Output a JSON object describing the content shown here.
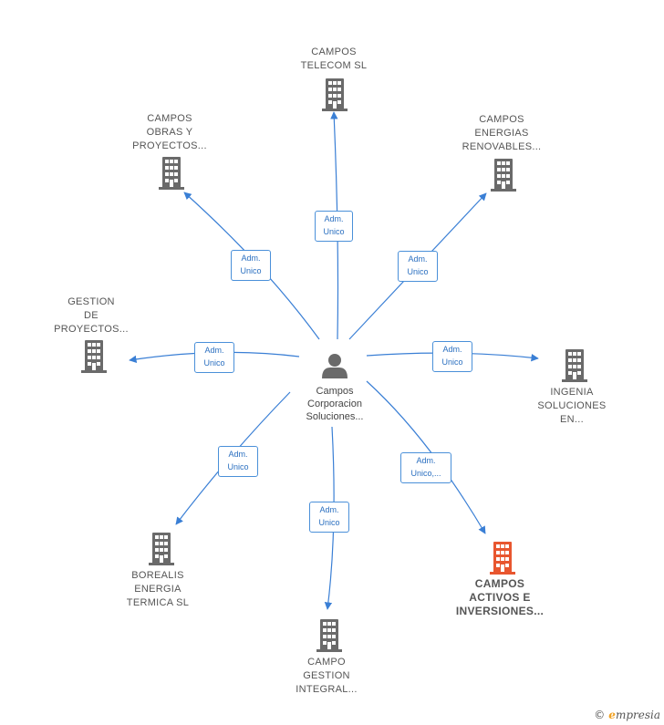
{
  "colors": {
    "edge": "#3a7fd5",
    "node_icon": "#6a6a6a",
    "highlight_icon": "#e8562f",
    "person_icon": "#6a6a6a"
  },
  "center": {
    "icon": "person-icon",
    "label_lines": [
      "Campos",
      "Corporacion",
      "Soluciones..."
    ]
  },
  "nodes": [
    {
      "id": "telecom",
      "icon": "building-icon",
      "label_lines": [
        "CAMPOS",
        "TELECOM   SL"
      ],
      "relation": [
        "Adm.",
        "Unico"
      ],
      "highlight": false
    },
    {
      "id": "renovables",
      "icon": "building-icon",
      "label_lines": [
        "CAMPOS",
        "ENERGIAS",
        "RENOVABLES..."
      ],
      "relation": [
        "Adm.",
        "Unico"
      ],
      "highlight": false
    },
    {
      "id": "ingenia",
      "icon": "building-icon",
      "label_lines": [
        "INGENIA",
        "SOLUCIONES",
        "EN..."
      ],
      "relation": [
        "Adm.",
        "Unico"
      ],
      "highlight": false
    },
    {
      "id": "activos",
      "icon": "building-icon",
      "label_lines": [
        "CAMPOS",
        "ACTIVOS E",
        "INVERSIONES..."
      ],
      "relation": [
        "Adm.",
        "Unico,..."
      ],
      "highlight": true
    },
    {
      "id": "gestion-integral",
      "icon": "building-icon",
      "label_lines": [
        "CAMPO",
        "GESTION",
        "INTEGRAL..."
      ],
      "relation": [
        "Adm.",
        "Unico"
      ],
      "highlight": false
    },
    {
      "id": "borealis",
      "icon": "building-icon",
      "label_lines": [
        "BOREALIS",
        "ENERGIA",
        "TERMICA   SL"
      ],
      "relation": [
        "Adm.",
        "Unico"
      ],
      "highlight": false
    },
    {
      "id": "gestion-proyectos",
      "icon": "building-icon",
      "label_lines": [
        "GESTION",
        "DE",
        "PROYECTOS..."
      ],
      "relation": [
        "Adm.",
        "Unico"
      ],
      "highlight": false
    },
    {
      "id": "obras",
      "icon": "building-icon",
      "label_lines": [
        "CAMPOS",
        "OBRAS Y",
        "PROYECTOS..."
      ],
      "relation": [
        "Adm.",
        "Unico"
      ],
      "highlight": false
    }
  ],
  "footer": {
    "copyright": "©",
    "brand_initial": "e",
    "brand_rest": "mpresia"
  }
}
